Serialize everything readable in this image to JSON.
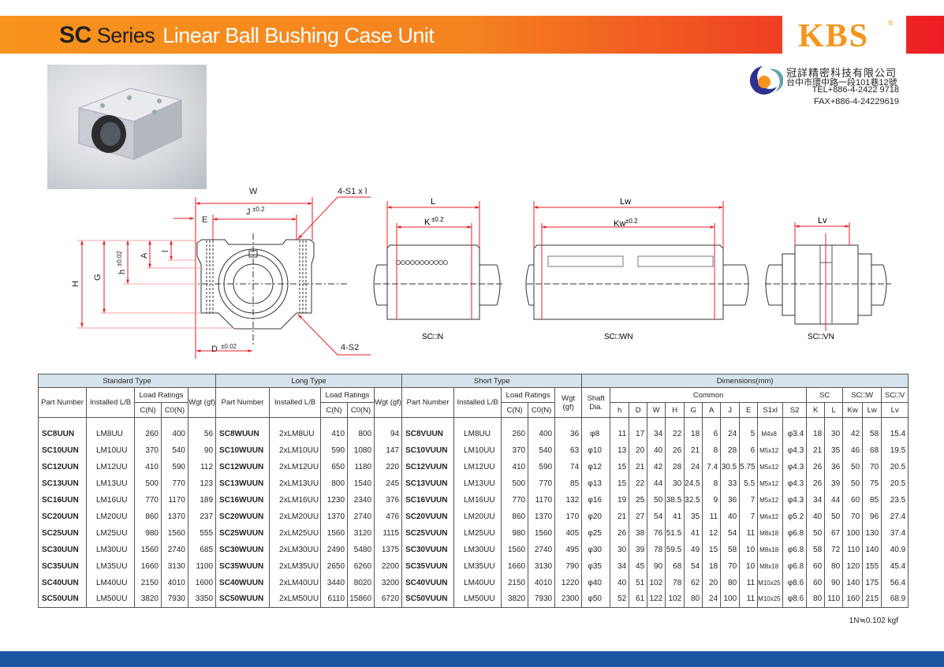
{
  "header": {
    "series_code": "SC",
    "series_word": "Series",
    "subtitle": "Linear Ball Bushing Case Unit",
    "brand": "KBS",
    "registered": "®"
  },
  "company": {
    "name": "冠詳精密科技有限公司",
    "address": "台中市環中路一段101巷12號",
    "tel": "TEL+886-4-2422 9718",
    "fax": "FAX+886-4-24229619"
  },
  "diagram": {
    "front": {
      "W": "W",
      "J": "J",
      "J_tol": "±0.2",
      "E": "E",
      "S1": "4-S1 x l",
      "H": "H",
      "G": "G",
      "h": "h",
      "h_tol": "±0.02",
      "A": "A",
      "l": "l",
      "D": "D",
      "D_tol": "±0.02",
      "S2": "4-S2"
    },
    "sc_n": {
      "L": "L",
      "K": "K",
      "K_tol": "±0.2",
      "caption": "SC□N"
    },
    "sc_wn": {
      "Lw": "Lw",
      "Kw": "Kw",
      "Kw_tol": "±0.2",
      "caption": "SC□WN"
    },
    "sc_vn": {
      "Lv": "Lv",
      "caption": "SC□VN"
    }
  },
  "table": {
    "groups": {
      "standard": "Standard Type",
      "long": "Long Type",
      "short": "Short Type",
      "dimensions": "Dimensions(mm)"
    },
    "sub": {
      "part_number": "Part Number",
      "installed_lb": "Installed L/B",
      "load_ratings": "Load Ratings",
      "wgt": "Wgt (gf)",
      "c": "C(N)",
      "c0": "C0(N)",
      "shaft": "Shaft Dia.",
      "common": "Common",
      "sc": "SC",
      "scw": "SC□W",
      "scv": "SC□V"
    },
    "dim_cols": [
      "h",
      "D",
      "W",
      "H",
      "G",
      "A",
      "J",
      "E",
      "S1xl",
      "S2",
      "K",
      "L",
      "Kw",
      "Lw",
      "Lv"
    ],
    "rows": [
      {
        "std": [
          "SC8UUN",
          "LM8UU",
          "260",
          "400",
          "56"
        ],
        "long": [
          "SC8WUUN",
          "2xLM8UU",
          "410",
          "800",
          "94"
        ],
        "short": [
          "SC8VUUN",
          "LM8UU",
          "260",
          "400",
          "36"
        ],
        "dims": [
          "φ8",
          "11",
          "17",
          "34",
          "22",
          "18",
          "6",
          "24",
          "5",
          "M4x8",
          "φ3.4",
          "18",
          "30",
          "42",
          "58",
          "15.4"
        ]
      },
      {
        "std": [
          "SC10UUN",
          "LM10UU",
          "370",
          "540",
          "90"
        ],
        "long": [
          "SC10WUUN",
          "2xLM10UU",
          "590",
          "1080",
          "147"
        ],
        "short": [
          "SC10VUUN",
          "LM10UU",
          "370",
          "540",
          "63"
        ],
        "dims": [
          "φ10",
          "13",
          "20",
          "40",
          "26",
          "21",
          "8",
          "28",
          "6",
          "M5x12",
          "φ4.3",
          "21",
          "35",
          "46",
          "68",
          "19.5"
        ]
      },
      {
        "std": [
          "SC12UUN",
          "LM12UU",
          "410",
          "590",
          "112"
        ],
        "long": [
          "SC12WUUN",
          "2xLM12UU",
          "650",
          "1180",
          "220"
        ],
        "short": [
          "SC12VUUN",
          "LM12UU",
          "410",
          "590",
          "74"
        ],
        "dims": [
          "φ12",
          "15",
          "21",
          "42",
          "28",
          "24",
          "7.4",
          "30.5",
          "5.75",
          "M5x12",
          "φ4.3",
          "26",
          "36",
          "50",
          "70",
          "20.5"
        ]
      },
      {
        "std": [
          "SC13UUN",
          "LM13UU",
          "500",
          "770",
          "123"
        ],
        "long": [
          "SC13WUUN",
          "2xLM13UU",
          "800",
          "1540",
          "245"
        ],
        "short": [
          "SC13VUUN",
          "LM13UU",
          "500",
          "770",
          "85"
        ],
        "dims": [
          "φ13",
          "15",
          "22",
          "44",
          "30",
          "24.5",
          "8",
          "33",
          "5.5",
          "M5x12",
          "φ4.3",
          "26",
          "39",
          "50",
          "75",
          "20.5"
        ]
      },
      {
        "std": [
          "SC16UUN",
          "LM16UU",
          "770",
          "1170",
          "189"
        ],
        "long": [
          "SC16WUUN",
          "2xLM16UU",
          "1230",
          "2340",
          "376"
        ],
        "short": [
          "SC16VUUN",
          "LM16UU",
          "770",
          "1170",
          "132"
        ],
        "dims": [
          "φ16",
          "19",
          "25",
          "50",
          "38.5",
          "32.5",
          "9",
          "36",
          "7",
          "M5x12",
          "φ4.3",
          "34",
          "44",
          "60",
          "85",
          "23.5"
        ]
      },
      {
        "std": [
          "SC20UUN",
          "LM20UU",
          "860",
          "1370",
          "237"
        ],
        "long": [
          "SC20WUUN",
          "2xLM20UU",
          "1370",
          "2740",
          "476"
        ],
        "short": [
          "SC20VUUN",
          "LM20UU",
          "860",
          "1370",
          "170"
        ],
        "dims": [
          "φ20",
          "21",
          "27",
          "54",
          "41",
          "35",
          "11",
          "40",
          "7",
          "M6x12",
          "φ5.2",
          "40",
          "50",
          "70",
          "96",
          "27.4"
        ]
      },
      {
        "std": [
          "SC25UUN",
          "LM25UU",
          "980",
          "1560",
          "555"
        ],
        "long": [
          "SC25WUUN",
          "2xLM25UU",
          "1560",
          "3120",
          "1115"
        ],
        "short": [
          "SC25VUUN",
          "LM25UU",
          "980",
          "1560",
          "405"
        ],
        "dims": [
          "φ25",
          "26",
          "38",
          "76",
          "51.5",
          "41",
          "12",
          "54",
          "11",
          "M8x18",
          "φ6.8",
          "50",
          "67",
          "100",
          "130",
          "37.4"
        ]
      },
      {
        "std": [
          "SC30UUN",
          "LM30UU",
          "1560",
          "2740",
          "685"
        ],
        "long": [
          "SC30WUUN",
          "2xLM30UU",
          "2490",
          "5480",
          "1375"
        ],
        "short": [
          "SC30VUUN",
          "LM30UU",
          "1560",
          "2740",
          "495"
        ],
        "dims": [
          "φ30",
          "30",
          "39",
          "78",
          "59.5",
          "49",
          "15",
          "58",
          "10",
          "M8x18",
          "φ6.8",
          "58",
          "72",
          "110",
          "140",
          "40.9"
        ]
      },
      {
        "std": [
          "SC35UUN",
          "LM35UU",
          "1660",
          "3130",
          "1100"
        ],
        "long": [
          "SC35WUUN",
          "2xLM35UU",
          "2650",
          "6260",
          "2200"
        ],
        "short": [
          "SC35VUUN",
          "LM35UU",
          "1660",
          "3130",
          "790"
        ],
        "dims": [
          "φ35",
          "34",
          "45",
          "90",
          "68",
          "54",
          "18",
          "70",
          "10",
          "M8x18",
          "φ6.8",
          "60",
          "80",
          "120",
          "155",
          "45.4"
        ]
      },
      {
        "std": [
          "SC40UUN",
          "LM40UU",
          "2150",
          "4010",
          "1600"
        ],
        "long": [
          "SC40WUUN",
          "2xLM40UU",
          "3440",
          "8020",
          "3200"
        ],
        "short": [
          "SC40VUUN",
          "LM40UU",
          "2150",
          "4010",
          "1220"
        ],
        "dims": [
          "φ40",
          "40",
          "51",
          "102",
          "78",
          "62",
          "20",
          "80",
          "11",
          "M10x25",
          "φ8.6",
          "60",
          "90",
          "140",
          "175",
          "56.4"
        ]
      },
      {
        "std": [
          "SC50UUN",
          "LM50UU",
          "3820",
          "7930",
          "3350"
        ],
        "long": [
          "SC50WUUN",
          "2xLM50UU",
          "6110",
          "15860",
          "6720"
        ],
        "short": [
          "SC50VUUN",
          "LM50UU",
          "3820",
          "7930",
          "2300"
        ],
        "dims": [
          "φ50",
          "52",
          "61",
          "122",
          "102",
          "80",
          "24",
          "100",
          "11",
          "M10x25",
          "φ8.6",
          "80",
          "110",
          "160",
          "215",
          "68.9"
        ]
      }
    ]
  },
  "note": "1N≒0.102 kgf"
}
